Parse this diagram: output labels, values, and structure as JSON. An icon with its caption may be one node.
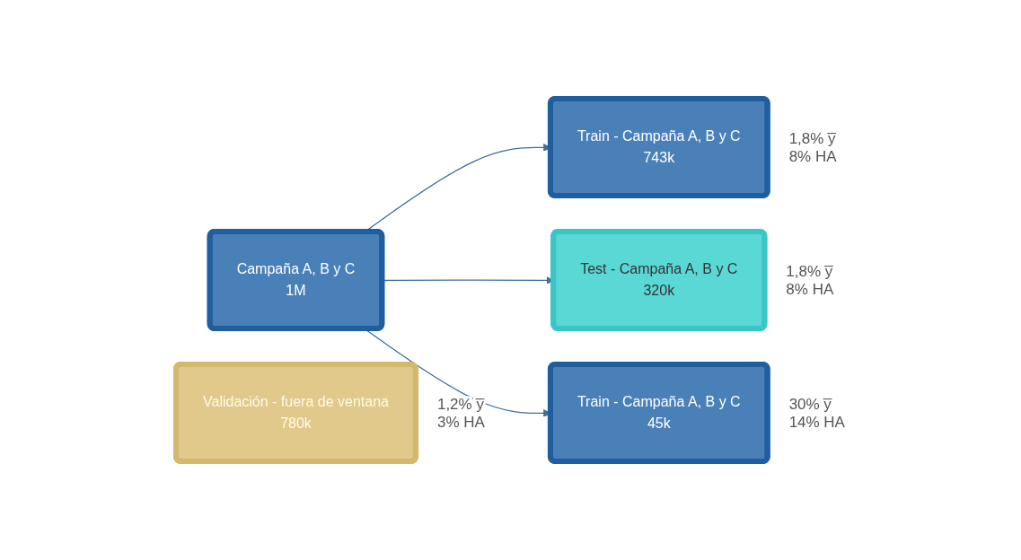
{
  "diagram": {
    "nodes": [
      {
        "text": [
          "Campaña A, B y C",
          "1M"
        ]
      },
      {
        "text": [
          "Train - Campaña A, B y C",
          "743k"
        ],
        "beside": [
          "1,8% y̅",
          "8% HA"
        ]
      },
      {
        "text": [
          "Test - Campaña A, B y C",
          "320k"
        ],
        "beside": [
          "1,8% y̅",
          "8% HA"
        ]
      },
      {
        "text": [
          "Train - Campaña A, B y C",
          "45k"
        ],
        "beside": [
          "30% y̅",
          "14% HA"
        ]
      },
      {
        "text": [
          "Validación - fuera de ventana",
          "780k"
        ],
        "beside": [
          "1,2% y̅",
          "3% HA"
        ]
      }
    ],
    "edges": [
      {
        "from": 0,
        "to": 1,
        "arrow": "to"
      },
      {
        "from": 0,
        "to": 2,
        "arrow": "to"
      },
      {
        "from": 0,
        "to": 3,
        "arrow": "to"
      }
    ]
  }
}
